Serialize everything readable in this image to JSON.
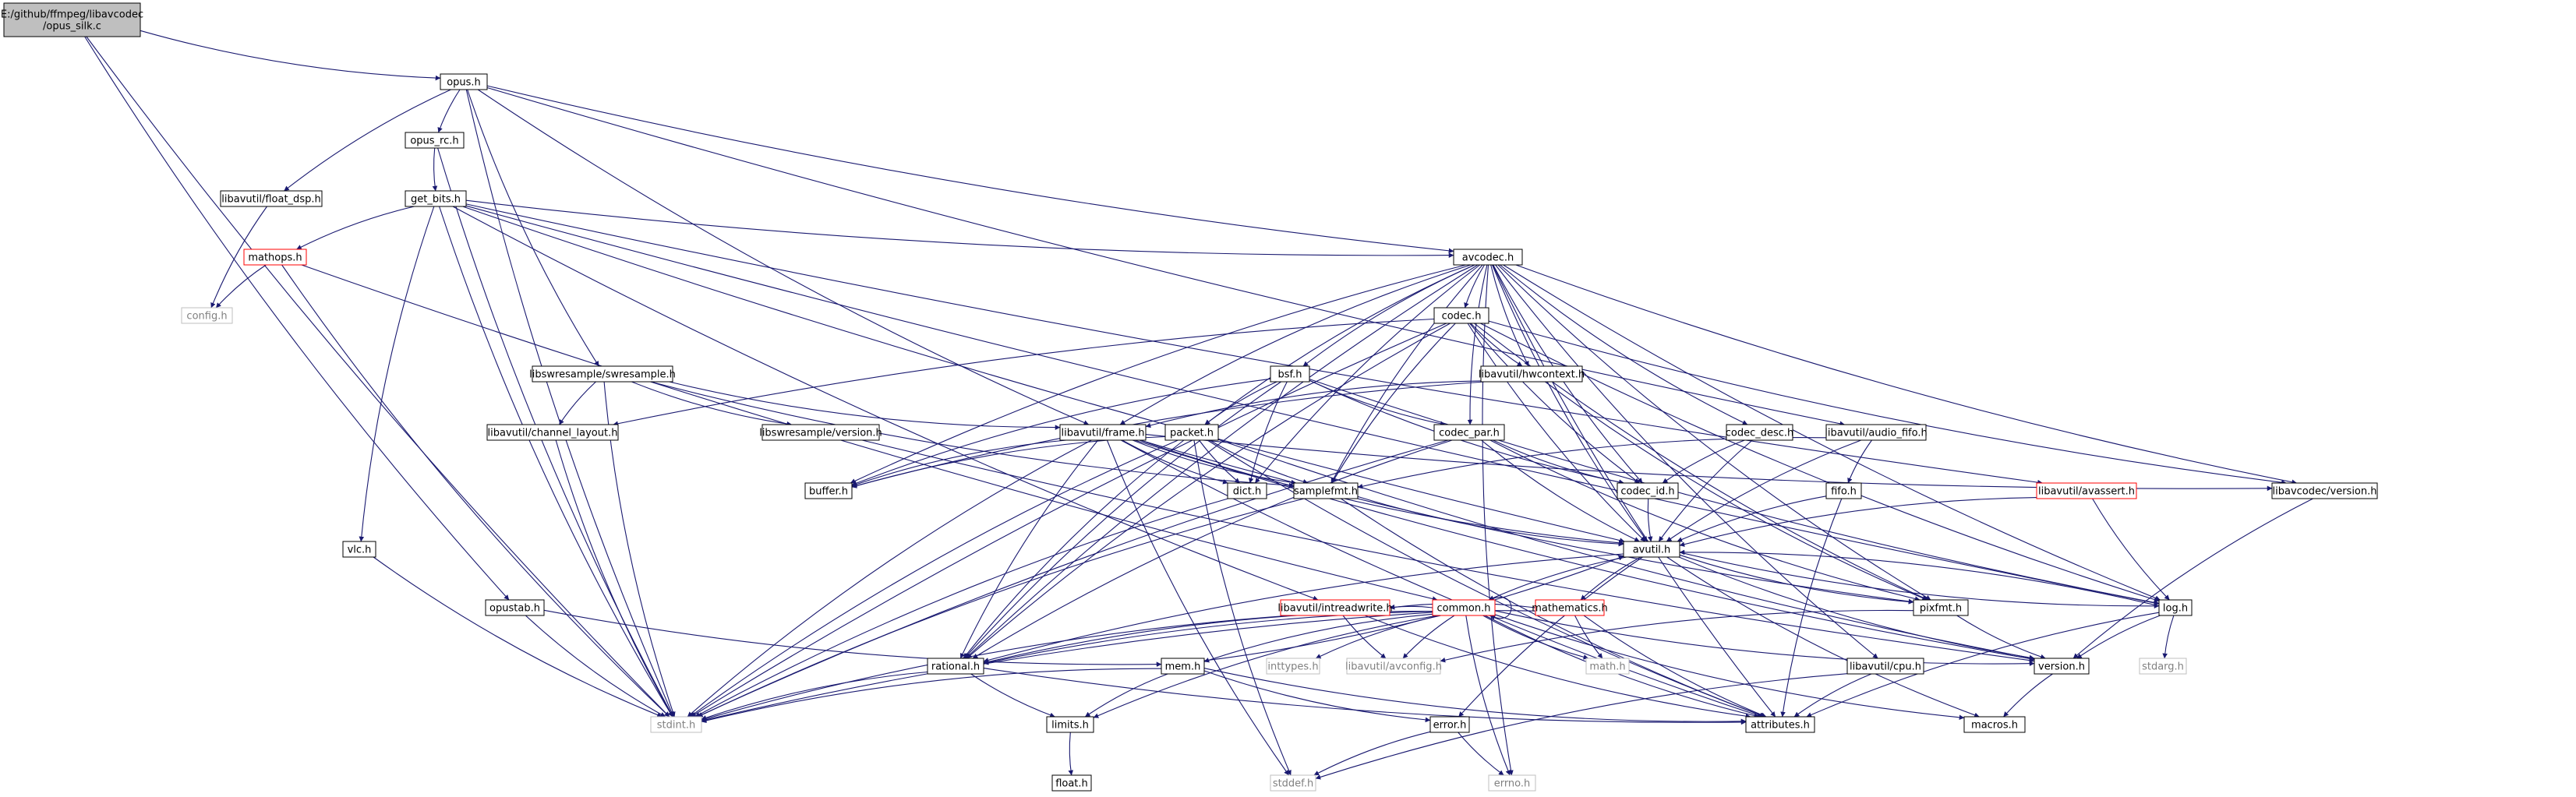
{
  "diagram": {
    "colors": {
      "edge": "#191970",
      "node_border": "#000000",
      "node_missing_border": "#bfbfbf",
      "node_red_border": "#ff0000",
      "root_fill": "#bfbfbf",
      "node_fill": "#ffffff",
      "missing_text": "#808080"
    },
    "nodes": [
      {
        "id": "root",
        "label": "E:/github/ffmpeg/libavcodec\n/opus_silk.c",
        "kind": "root"
      },
      {
        "id": "opus_h",
        "label": "opus.h",
        "kind": "normal"
      },
      {
        "id": "opus_rc",
        "label": "opus_rc.h",
        "kind": "normal"
      },
      {
        "id": "float_dsp",
        "label": "libavutil/float_dsp.h",
        "kind": "normal"
      },
      {
        "id": "get_bits",
        "label": "get_bits.h",
        "kind": "normal"
      },
      {
        "id": "mathops",
        "label": "mathops.h",
        "kind": "red"
      },
      {
        "id": "config",
        "label": "config.h",
        "kind": "missing"
      },
      {
        "id": "avcodec",
        "label": "avcodec.h",
        "kind": "normal"
      },
      {
        "id": "codec_h",
        "label": "codec.h",
        "kind": "normal"
      },
      {
        "id": "bsf",
        "label": "bsf.h",
        "kind": "normal"
      },
      {
        "id": "hwcontext",
        "label": "libavutil/hwcontext.h",
        "kind": "normal"
      },
      {
        "id": "swresample",
        "label": "libswresample/swresample.h",
        "kind": "normal"
      },
      {
        "id": "channel_layout",
        "label": "libavutil/channel_layout.h",
        "kind": "normal"
      },
      {
        "id": "swr_version",
        "label": "libswresample/version.h",
        "kind": "normal"
      },
      {
        "id": "frame",
        "label": "libavutil/frame.h",
        "kind": "normal"
      },
      {
        "id": "packet",
        "label": "packet.h",
        "kind": "normal"
      },
      {
        "id": "codec_par",
        "label": "codec_par.h",
        "kind": "normal"
      },
      {
        "id": "codec_desc",
        "label": "codec_desc.h",
        "kind": "normal"
      },
      {
        "id": "audio_fifo",
        "label": "libavutil/audio_fifo.h",
        "kind": "normal"
      },
      {
        "id": "buffer",
        "label": "buffer.h",
        "kind": "normal"
      },
      {
        "id": "dict",
        "label": "dict.h",
        "kind": "normal"
      },
      {
        "id": "samplefmt",
        "label": "samplefmt.h",
        "kind": "normal"
      },
      {
        "id": "codec_id",
        "label": "codec_id.h",
        "kind": "normal"
      },
      {
        "id": "fifo",
        "label": "fifo.h",
        "kind": "normal"
      },
      {
        "id": "avassert",
        "label": "libavutil/avassert.h",
        "kind": "red"
      },
      {
        "id": "lavc_version",
        "label": "libavcodec/version.h",
        "kind": "normal"
      },
      {
        "id": "vlc",
        "label": "vlc.h",
        "kind": "normal"
      },
      {
        "id": "avutil",
        "label": "avutil.h",
        "kind": "normal"
      },
      {
        "id": "opustab",
        "label": "opustab.h",
        "kind": "normal"
      },
      {
        "id": "intreadwrite",
        "label": "libavutil/intreadwrite.h",
        "kind": "red"
      },
      {
        "id": "common",
        "label": "common.h",
        "kind": "red"
      },
      {
        "id": "mathematics",
        "label": "mathematics.h",
        "kind": "red"
      },
      {
        "id": "pixfmt",
        "label": "pixfmt.h",
        "kind": "normal"
      },
      {
        "id": "log",
        "label": "log.h",
        "kind": "normal"
      },
      {
        "id": "rational",
        "label": "rational.h",
        "kind": "normal"
      },
      {
        "id": "mem",
        "label": "mem.h",
        "kind": "normal"
      },
      {
        "id": "inttypes",
        "label": "inttypes.h",
        "kind": "missing"
      },
      {
        "id": "avconfig",
        "label": "libavutil/avconfig.h",
        "kind": "missing"
      },
      {
        "id": "math",
        "label": "math.h",
        "kind": "missing"
      },
      {
        "id": "cpu",
        "label": "libavutil/cpu.h",
        "kind": "normal"
      },
      {
        "id": "version_h",
        "label": "version.h",
        "kind": "normal"
      },
      {
        "id": "stdarg",
        "label": "stdarg.h",
        "kind": "missing"
      },
      {
        "id": "stdint",
        "label": "stdint.h",
        "kind": "missing"
      },
      {
        "id": "limits",
        "label": "limits.h",
        "kind": "normal"
      },
      {
        "id": "error",
        "label": "error.h",
        "kind": "normal"
      },
      {
        "id": "attributes",
        "label": "attributes.h",
        "kind": "normal"
      },
      {
        "id": "macros",
        "label": "macros.h",
        "kind": "normal"
      },
      {
        "id": "float_h",
        "label": "float.h",
        "kind": "normal"
      },
      {
        "id": "stddef",
        "label": "stddef.h",
        "kind": "missing"
      },
      {
        "id": "errno",
        "label": "errno.h",
        "kind": "missing"
      }
    ],
    "edges": [
      [
        "root",
        "opus_h"
      ],
      [
        "root",
        "opustab"
      ],
      [
        "root",
        "stdint"
      ],
      [
        "opus_h",
        "opus_rc"
      ],
      [
        "opus_h",
        "float_dsp"
      ],
      [
        "opus_h",
        "avcodec"
      ],
      [
        "opus_h",
        "swresample"
      ],
      [
        "opus_h",
        "frame"
      ],
      [
        "opus_h",
        "audio_fifo"
      ],
      [
        "opus_h",
        "stdint"
      ],
      [
        "opus_rc",
        "get_bits"
      ],
      [
        "opus_rc",
        "stdint"
      ],
      [
        "float_dsp",
        "config"
      ],
      [
        "get_bits",
        "mathops"
      ],
      [
        "get_bits",
        "avcodec"
      ],
      [
        "get_bits",
        "vlc"
      ],
      [
        "get_bits",
        "avassert"
      ],
      [
        "get_bits",
        "log"
      ],
      [
        "get_bits",
        "intreadwrite"
      ],
      [
        "get_bits",
        "avutil"
      ],
      [
        "get_bits",
        "stdint"
      ],
      [
        "mathops",
        "config"
      ],
      [
        "mathops",
        "common"
      ],
      [
        "mathops",
        "stdint"
      ],
      [
        "avcodec",
        "codec_h"
      ],
      [
        "avcodec",
        "bsf"
      ],
      [
        "avcodec",
        "hwcontext"
      ],
      [
        "avcodec",
        "frame"
      ],
      [
        "avcodec",
        "packet"
      ],
      [
        "avcodec",
        "codec_par"
      ],
      [
        "avcodec",
        "codec_desc"
      ],
      [
        "avcodec",
        "codec_id"
      ],
      [
        "avcodec",
        "buffer"
      ],
      [
        "avcodec",
        "dict"
      ],
      [
        "avcodec",
        "samplefmt"
      ],
      [
        "avcodec",
        "lavc_version"
      ],
      [
        "avcodec",
        "avutil"
      ],
      [
        "avcodec",
        "pixfmt"
      ],
      [
        "avcodec",
        "log"
      ],
      [
        "avcodec",
        "rational"
      ],
      [
        "avcodec",
        "cpu"
      ],
      [
        "avcodec",
        "attributes"
      ],
      [
        "avcodec",
        "errno"
      ],
      [
        "codec_h",
        "hwcontext"
      ],
      [
        "codec_h",
        "codec_id"
      ],
      [
        "codec_h",
        "channel_layout"
      ],
      [
        "codec_h",
        "samplefmt"
      ],
      [
        "codec_h",
        "pixfmt"
      ],
      [
        "codec_h",
        "log"
      ],
      [
        "codec_h",
        "avutil"
      ],
      [
        "codec_h",
        "lavc_version"
      ],
      [
        "codec_h",
        "rational"
      ],
      [
        "codec_h",
        "stdint"
      ],
      [
        "bsf",
        "packet"
      ],
      [
        "bsf",
        "codec_par"
      ],
      [
        "bsf",
        "codec_id"
      ],
      [
        "bsf",
        "dict"
      ],
      [
        "bsf",
        "log"
      ],
      [
        "bsf",
        "buffer"
      ],
      [
        "bsf",
        "rational"
      ],
      [
        "hwcontext",
        "frame"
      ],
      [
        "hwcontext",
        "buffer"
      ],
      [
        "hwcontext",
        "pixfmt"
      ],
      [
        "swresample",
        "channel_layout"
      ],
      [
        "swresample",
        "swr_version"
      ],
      [
        "swresample",
        "samplefmt"
      ],
      [
        "swresample",
        "frame"
      ],
      [
        "swresample",
        "stdint"
      ],
      [
        "channel_layout",
        "stdint"
      ],
      [
        "swr_version",
        "version_h"
      ],
      [
        "frame",
        "buffer"
      ],
      [
        "frame",
        "dict"
      ],
      [
        "frame",
        "samplefmt"
      ],
      [
        "frame",
        "avutil"
      ],
      [
        "frame",
        "pixfmt"
      ],
      [
        "frame",
        "rational"
      ],
      [
        "frame",
        "version_h"
      ],
      [
        "frame",
        "attributes"
      ],
      [
        "frame",
        "stddef"
      ],
      [
        "frame",
        "stdint"
      ],
      [
        "frame",
        "lavc_version"
      ],
      [
        "packet",
        "buffer"
      ],
      [
        "packet",
        "dict"
      ],
      [
        "packet",
        "rational"
      ],
      [
        "packet",
        "attributes"
      ],
      [
        "packet",
        "version_h"
      ],
      [
        "packet",
        "stddef"
      ],
      [
        "packet",
        "stdint"
      ],
      [
        "packet",
        "samplefmt"
      ],
      [
        "codec_par",
        "codec_id"
      ],
      [
        "codec_par",
        "avutil"
      ],
      [
        "codec_par",
        "pixfmt"
      ],
      [
        "codec_par",
        "rational"
      ],
      [
        "codec_par",
        "stdint"
      ],
      [
        "codec_desc",
        "codec_id"
      ],
      [
        "codec_desc",
        "avutil"
      ],
      [
        "audio_fifo",
        "avutil"
      ],
      [
        "audio_fifo",
        "fifo"
      ],
      [
        "audio_fifo",
        "samplefmt"
      ],
      [
        "dict",
        "stdint"
      ],
      [
        "samplefmt",
        "avutil"
      ],
      [
        "samplefmt",
        "attributes"
      ],
      [
        "samplefmt",
        "stdint"
      ],
      [
        "codec_id",
        "avutil"
      ],
      [
        "fifo",
        "avutil"
      ],
      [
        "fifo",
        "attributes"
      ],
      [
        "avassert",
        "avutil"
      ],
      [
        "avassert",
        "log"
      ],
      [
        "lavc_version",
        "version_h"
      ],
      [
        "vlc",
        "stdint"
      ],
      [
        "avutil",
        "common"
      ],
      [
        "avutil",
        "error"
      ],
      [
        "avutil",
        "rational"
      ],
      [
        "avutil",
        "version_h"
      ],
      [
        "avutil",
        "macros"
      ],
      [
        "avutil",
        "mathematics"
      ],
      [
        "avutil",
        "log"
      ],
      [
        "avutil",
        "pixfmt"
      ],
      [
        "opustab",
        "stdint"
      ],
      [
        "opustab",
        "mem"
      ],
      [
        "intreadwrite",
        "avconfig"
      ],
      [
        "intreadwrite",
        "attributes"
      ],
      [
        "intreadwrite",
        "stdint"
      ],
      [
        "common",
        "attributes"
      ],
      [
        "common",
        "macros"
      ],
      [
        "common",
        "version_h"
      ],
      [
        "common",
        "avconfig"
      ],
      [
        "common",
        "inttypes"
      ],
      [
        "common",
        "math"
      ],
      [
        "common",
        "limits"
      ],
      [
        "common",
        "errno"
      ],
      [
        "common",
        "mem"
      ],
      [
        "common",
        "intreadwrite"
      ],
      [
        "common",
        "stdint"
      ],
      [
        "common",
        "rational"
      ],
      [
        "mathematics",
        "math"
      ],
      [
        "mathematics",
        "rational"
      ],
      [
        "mathematics",
        "attributes"
      ],
      [
        "mathematics",
        "intreadwrite"
      ],
      [
        "pixfmt",
        "version_h"
      ],
      [
        "pixfmt",
        "avconfig"
      ],
      [
        "log",
        "version_h"
      ],
      [
        "log",
        "stdarg"
      ],
      [
        "log",
        "attributes"
      ],
      [
        "log",
        "avutil"
      ],
      [
        "rational",
        "limits"
      ],
      [
        "rational",
        "attributes"
      ],
      [
        "rational",
        "stdint"
      ],
      [
        "mem",
        "limits"
      ],
      [
        "mem",
        "error"
      ],
      [
        "mem",
        "attributes"
      ],
      [
        "mem",
        "stdint"
      ],
      [
        "mem",
        "avutil"
      ],
      [
        "cpu",
        "attributes"
      ],
      [
        "cpu",
        "stddef"
      ],
      [
        "version_h",
        "macros"
      ],
      [
        "limits",
        "float_h"
      ],
      [
        "error",
        "errno"
      ],
      [
        "error",
        "stddef"
      ]
    ]
  }
}
